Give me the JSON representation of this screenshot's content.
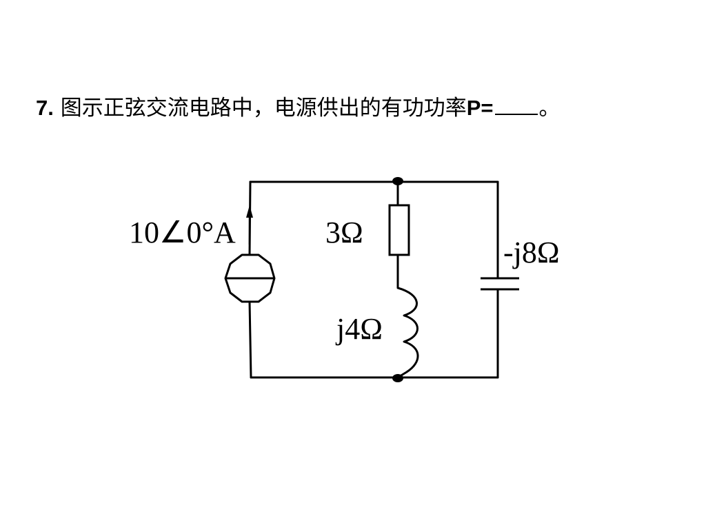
{
  "question": {
    "number": "7.",
    "text": "图示正弦交流电路中，电源供出的有功功率",
    "variable": "P=",
    "end_mark": "。"
  },
  "circuit": {
    "source_label": "10∠0°A",
    "resistor_label": "3Ω",
    "inductor_label": "j4Ω",
    "capacitor_label": "-j8Ω"
  }
}
